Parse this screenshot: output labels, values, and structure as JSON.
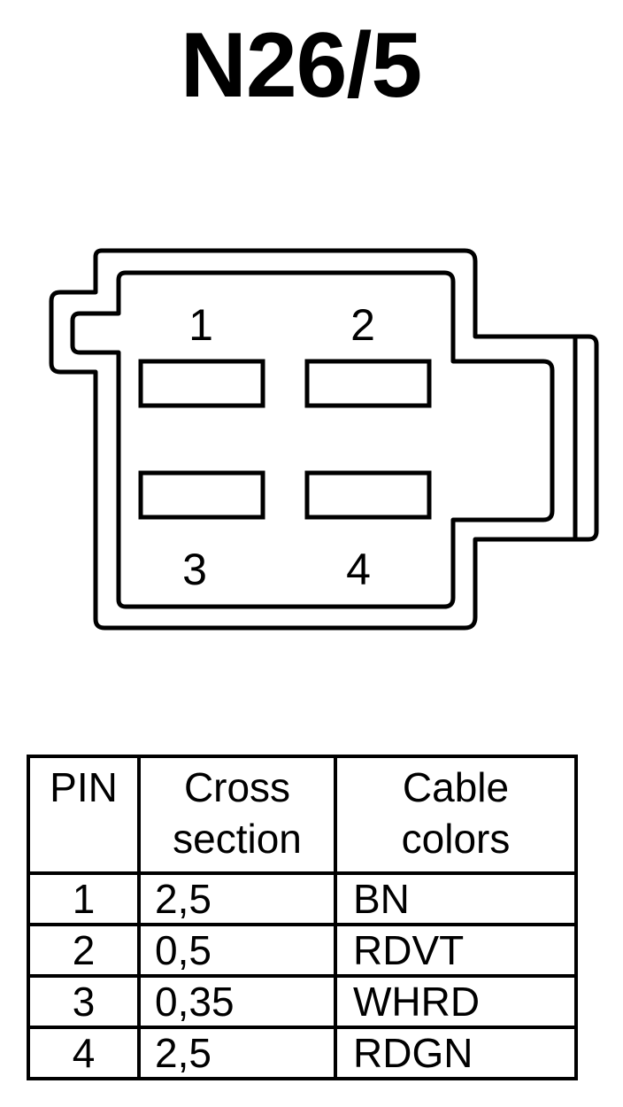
{
  "title": "N26/5",
  "connector": {
    "pins": [
      {
        "number": "1"
      },
      {
        "number": "2"
      },
      {
        "number": "3"
      },
      {
        "number": "4"
      }
    ]
  },
  "table": {
    "headers": {
      "pin": "PIN",
      "cross_section": [
        "Cross",
        "section"
      ],
      "cable_colors": [
        "Cable",
        "colors"
      ]
    },
    "rows": [
      {
        "pin": "1",
        "cross_section": "2,5",
        "cable_color": "BN"
      },
      {
        "pin": "2",
        "cross_section": "0,5",
        "cable_color": "RDVT"
      },
      {
        "pin": "3",
        "cross_section": "0,35",
        "cable_color": "WHRD"
      },
      {
        "pin": "4",
        "cross_section": "2,5",
        "cable_color": "RDGN"
      }
    ]
  }
}
